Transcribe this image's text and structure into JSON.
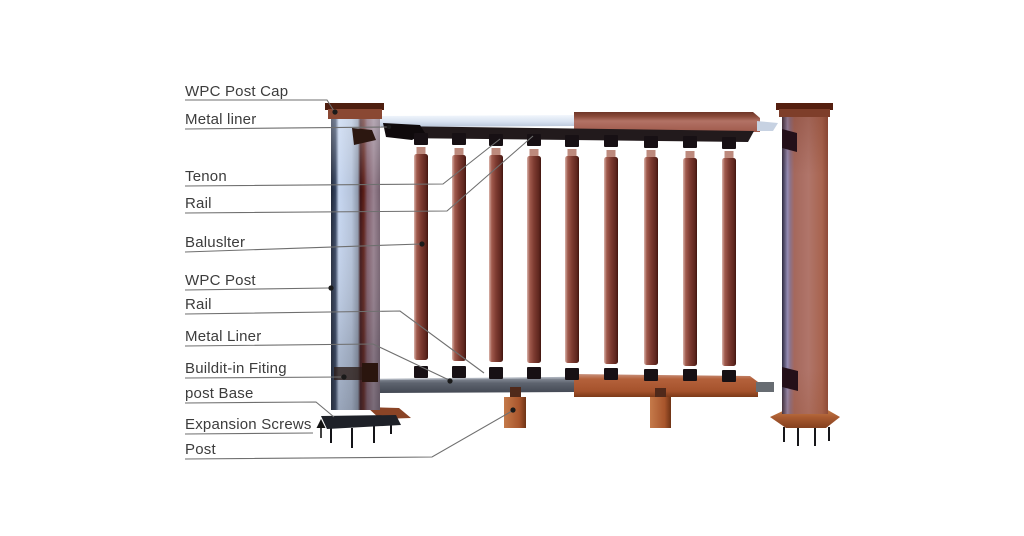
{
  "figure": {
    "type": "labeled-parts-diagram",
    "subject": "WPC post and railing exploded assembly",
    "background": "#ffffff"
  },
  "labels": [
    {
      "id": "wpc-post-cap",
      "text": "WPC Post Cap"
    },
    {
      "id": "metal-liner-top",
      "text": "Metal liner"
    },
    {
      "id": "tenon",
      "text": "Tenon"
    },
    {
      "id": "rail-top",
      "text": "Rail"
    },
    {
      "id": "baluster",
      "text": "Baluslter"
    },
    {
      "id": "wpc-post",
      "text": "WPC Post"
    },
    {
      "id": "rail-bottom",
      "text": "Rail"
    },
    {
      "id": "metal-liner-bottom",
      "text": "Metal Liner"
    },
    {
      "id": "built-in-fitting",
      "text": "Buildit-in Fiting"
    },
    {
      "id": "post-base",
      "text": "post Base"
    },
    {
      "id": "expansion-screws",
      "text": "Expansion Screws"
    },
    {
      "id": "post",
      "text": "Post"
    }
  ],
  "colors": {
    "label_text": "#3c3c3c",
    "leader_line": "#6f6f6f",
    "anchor_dot": "#1a1a1a",
    "wpc_rail_brown": "#b27265",
    "wpc_rail_orange": "#b4613b",
    "metal_liner_blue": "#cfdef2",
    "metal_liner_gray": "#4d525c",
    "fitting_dark": "#221a1c",
    "baluster_maroon": "#7d3b31",
    "post_brick": "#ad6a58"
  }
}
